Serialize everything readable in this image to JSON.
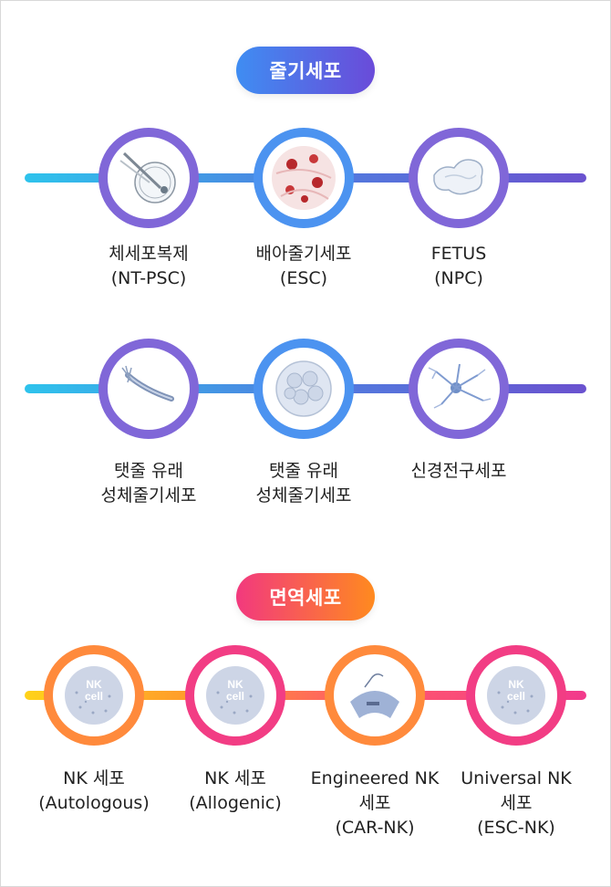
{
  "sections": {
    "stem": {
      "title": "줄기세포"
    },
    "immune": {
      "title": "면역세포"
    }
  },
  "stem_row1": [
    {
      "line1": "체세포복제",
      "line2": "(NT-PSC)",
      "icon": "egg-nucleus-transfer-icon"
    },
    {
      "line1": "배아줄기세포",
      "line2": "(ESC)",
      "icon": "embryonic-cells-icon"
    },
    {
      "line1": "FETUS",
      "line2": "(NPC)",
      "icon": "fetal-tissue-icon"
    }
  ],
  "stem_row2": [
    {
      "line1": "탯줄 유래",
      "line2": "성체줄기세포",
      "icon": "umbilical-cord-icon"
    },
    {
      "line1": "탯줄 유래",
      "line2": "성체줄기세포",
      "icon": "cell-cluster-icon"
    },
    {
      "line1": "신경전구세포",
      "line2": "",
      "icon": "neuron-icon"
    }
  ],
  "immune_row": [
    {
      "line1": "NK 세포",
      "line2": "(Autologous)",
      "line3": "",
      "icon_text1": "NK",
      "icon_text2": "cell",
      "icon": "nk-cell-icon"
    },
    {
      "line1": "NK 세포",
      "line2": "(Allogenic)",
      "line3": "",
      "icon_text1": "NK",
      "icon_text2": "cell",
      "icon": "nk-cell-icon"
    },
    {
      "line1": "Engineered NK",
      "line2": "세포",
      "line3": "(CAR-NK)",
      "icon": "car-nk-cell-icon"
    },
    {
      "line1": "Universal NK",
      "line2": "세포",
      "line3": "(ESC-NK)",
      "icon_text1": "NK",
      "icon_text2": "cell",
      "icon": "nk-cell-icon"
    }
  ],
  "colors": {
    "stem_pill": [
      "#3f8df2",
      "#6a4bd9"
    ],
    "immune_pill": [
      "#f2397e",
      "#ff8a1f"
    ],
    "purple_ring": "#8067d8",
    "blue_ring": "#4c93f0",
    "orange_ring": "#ff8a3c",
    "pink_ring": "#f23d84"
  }
}
